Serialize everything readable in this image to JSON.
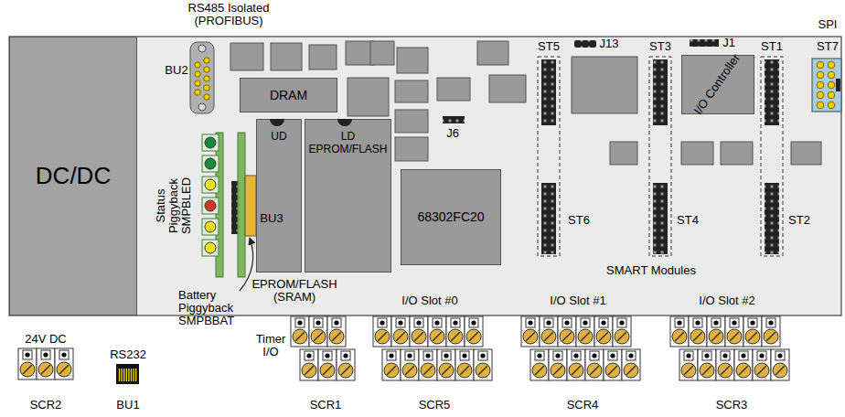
{
  "diagram": {
    "nodes": [
      {
        "text": [
          "DC/DC"
        ]
      },
      {
        "text": [
          "DRAM"
        ]
      },
      {
        "text": [
          "UD"
        ]
      },
      {
        "text": [
          "LD",
          "EPROM/FLASH"
        ]
      },
      {
        "text": [
          "68302FC20"
        ]
      },
      {
        "text": [
          "I/O Controller"
        ]
      }
    ],
    "labels": [
      "RS485 Isolated (PROFIBUS)",
      "SPI",
      "BU2",
      "J13",
      "J1",
      "ST5",
      "ST3",
      "ST1",
      "ST7",
      "J6",
      "Status Piggyback SMPBLED",
      "BU3",
      "ST6",
      "ST4",
      "ST2",
      "SMART Modules",
      "Battery Piggyback SMPBBAT",
      "EPROM/FLASH (SRAM)",
      "24V DC",
      "RS232",
      "Timer I/O",
      "I/O Slot #0",
      "I/O Slot #1",
      "I/O Slot #2",
      "SCR2",
      "BU1",
      "SCR1",
      "SCR5",
      "SCR4",
      "SCR3"
    ]
  }
}
